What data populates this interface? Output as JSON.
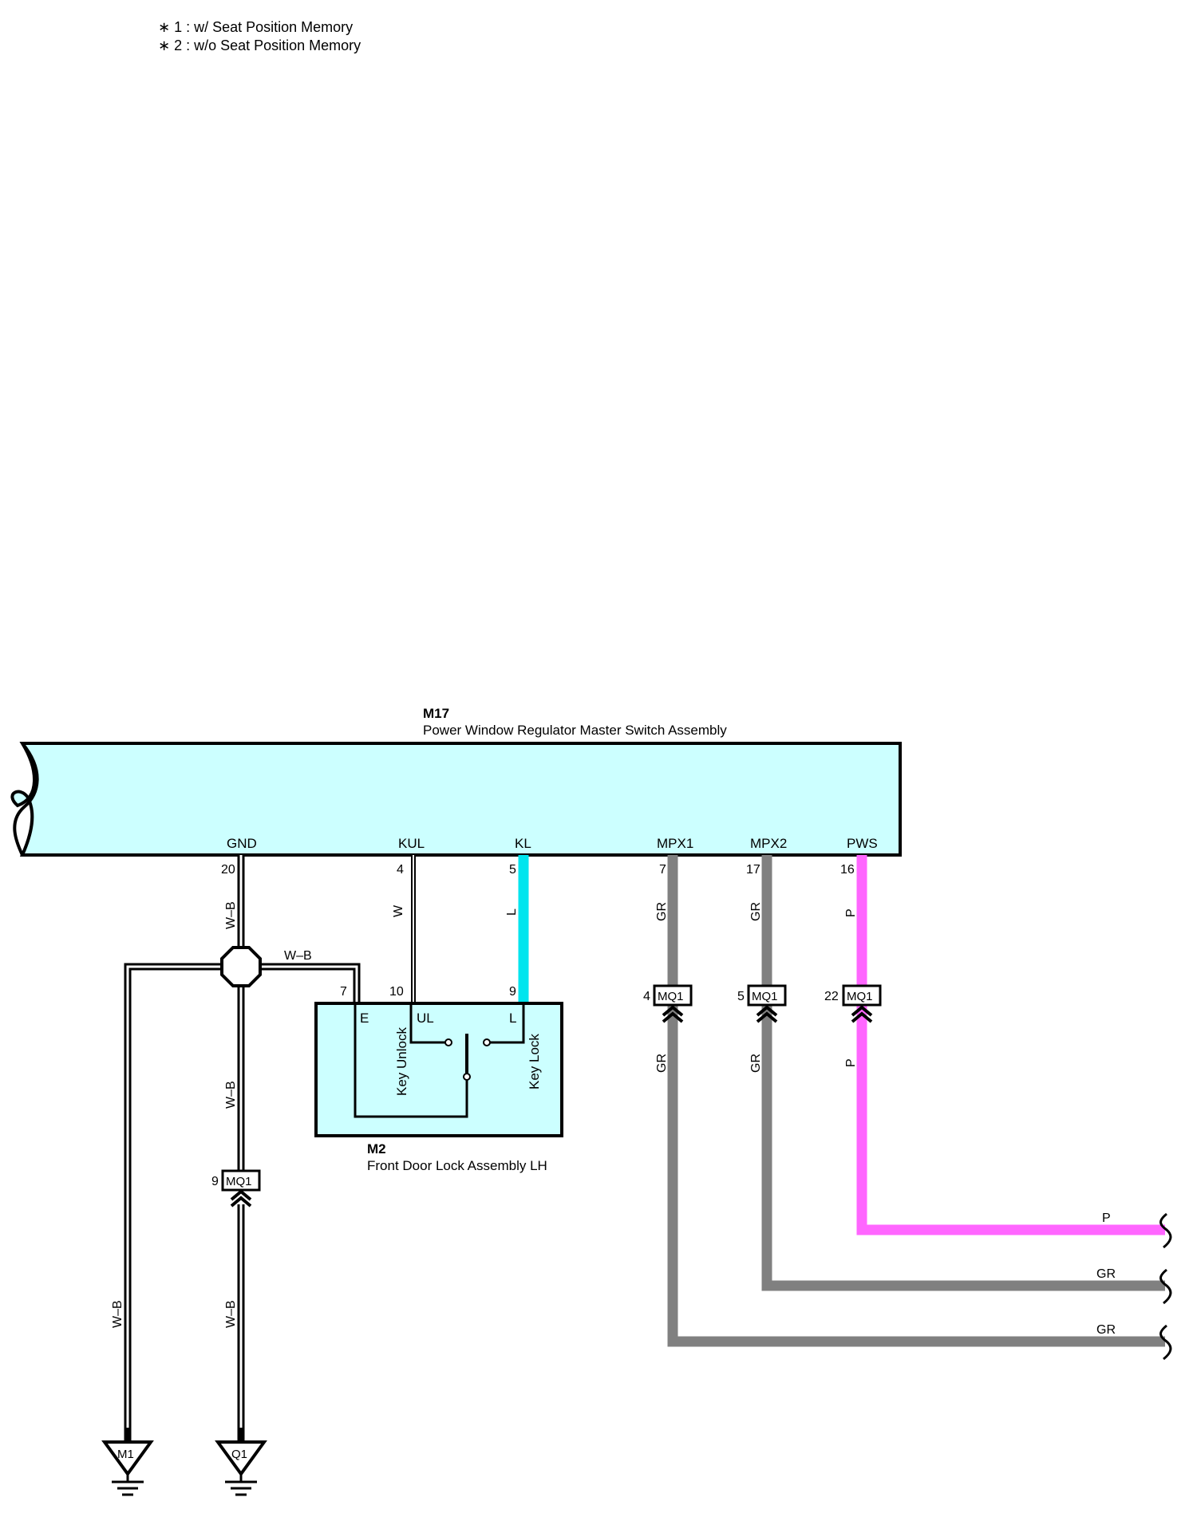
{
  "notes": [
    "∗ 1 : w/ Seat Position Memory",
    "∗ 2 : w/o Seat Position Memory"
  ],
  "colors": {
    "component_fill": "#ccffff",
    "wire_L": "#00e5ee",
    "wire_P": "#ff66ff",
    "wire_GR": "#808080",
    "wire_W": "#ffffff",
    "line": "#000000"
  },
  "m17": {
    "code": "M17",
    "name": "Power Window Regulator Master Switch Assembly",
    "pins": {
      "gnd": {
        "label": "GND",
        "num": "20"
      },
      "kul": {
        "label": "KUL",
        "num": "4"
      },
      "kl": {
        "label": "KL",
        "num": "5"
      },
      "mpx1": {
        "label": "MPX1",
        "num": "7"
      },
      "mpx2": {
        "label": "MPX2",
        "num": "17"
      },
      "pws": {
        "label": "PWS",
        "num": "16"
      }
    }
  },
  "m2": {
    "code": "M2",
    "name": "Front Door Lock Assembly LH",
    "pins": {
      "e": {
        "label": "E",
        "num": "7"
      },
      "ul": {
        "label": "UL",
        "num": "10"
      },
      "l": {
        "label": "L",
        "num": "9"
      }
    },
    "switch_labels": {
      "unlock": "Key Unlock",
      "lock": "Key Lock"
    }
  },
  "wire_colors": {
    "wb": "W–B",
    "w": "W",
    "l": "L",
    "gr": "GR",
    "p": "P"
  },
  "connectors": {
    "mq1": "MQ1",
    "mq1_gnd_pin": "9",
    "mq1_mpx1_pin": "4",
    "mq1_mpx2_pin": "5",
    "mq1_pws_pin": "22"
  },
  "grounds": {
    "m1": "M1",
    "q1": "Q1"
  }
}
